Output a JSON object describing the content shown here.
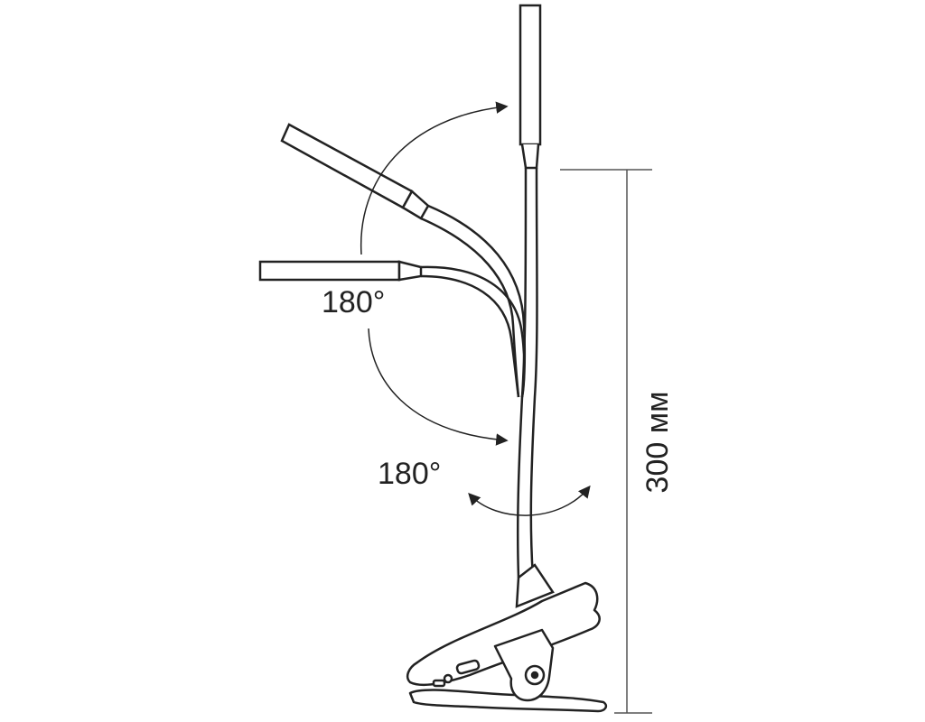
{
  "labels": {
    "angle_upper": "180°",
    "angle_lower": "180°",
    "height_dimension": "300 мм"
  },
  "colors": {
    "line": "#222222",
    "dimension_line": "#555555",
    "background": "#ffffff"
  }
}
